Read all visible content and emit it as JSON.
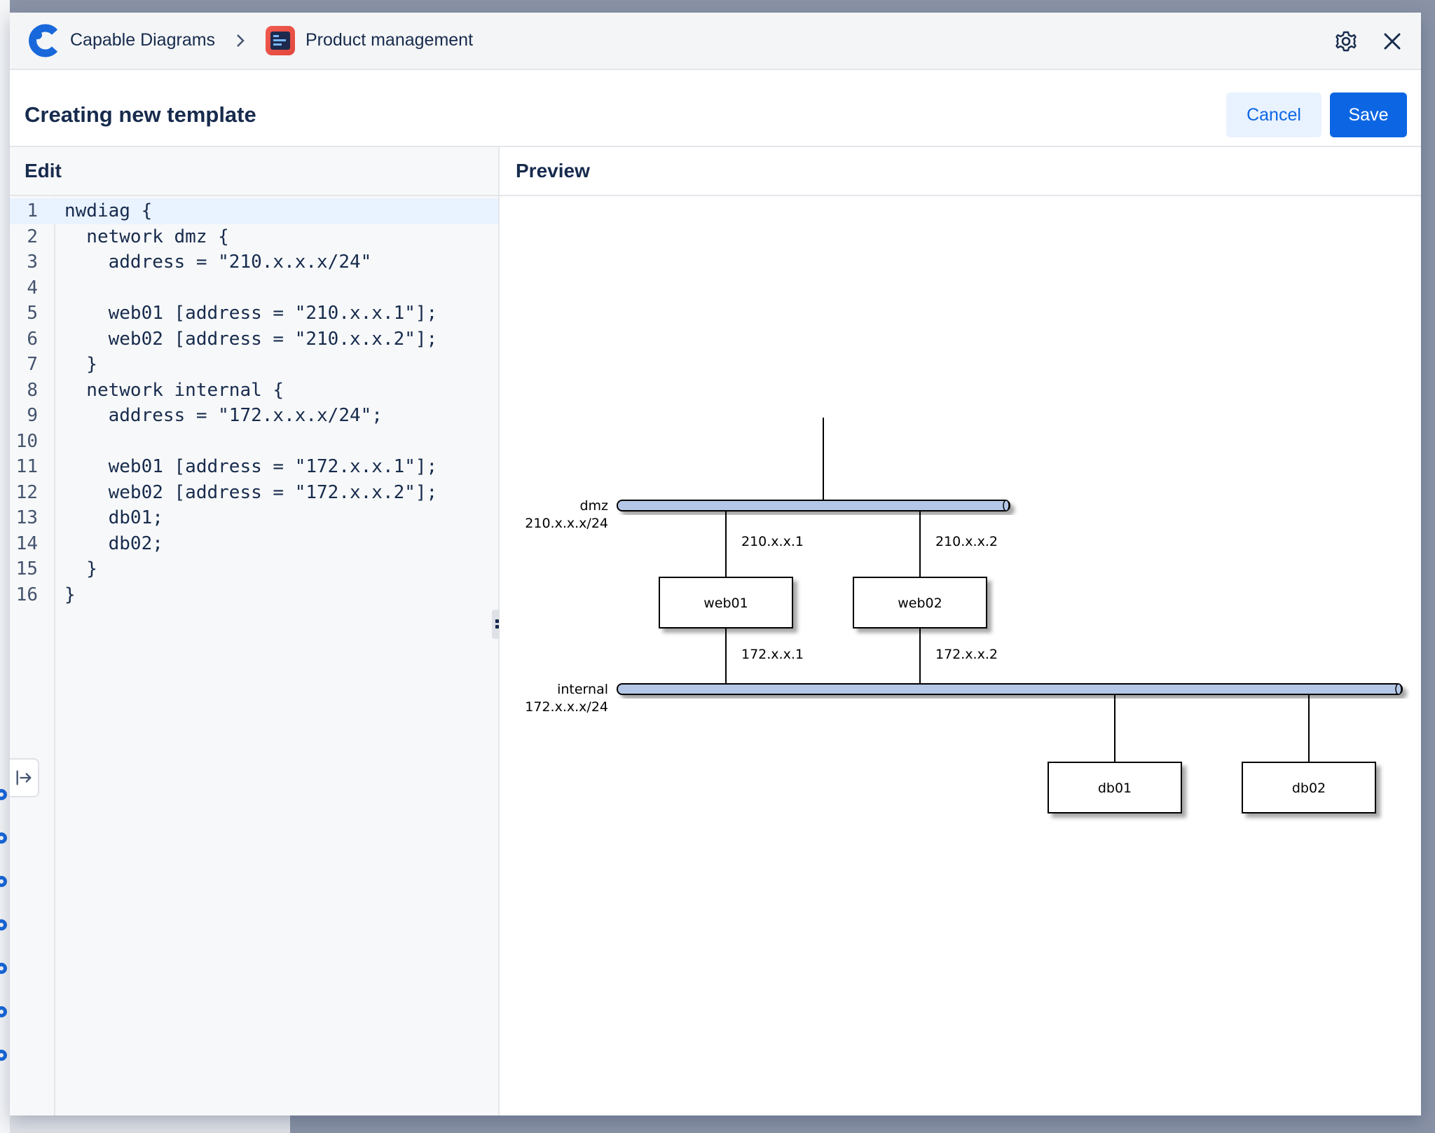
{
  "breadcrumb": {
    "app_name": "Capable Diagrams",
    "space_name": "Product management"
  },
  "header": {
    "title": "Creating new template",
    "cancel_label": "Cancel",
    "save_label": "Save"
  },
  "edit": {
    "heading": "Edit",
    "lines": [
      "nwdiag {",
      "  network dmz {",
      "    address = \"210.x.x.x/24\"",
      "",
      "    web01 [address = \"210.x.x.1\"];",
      "    web02 [address = \"210.x.x.2\"];",
      "  }",
      "  network internal {",
      "    address = \"172.x.x.x/24\";",
      "",
      "    web01 [address = \"172.x.x.1\"];",
      "    web02 [address = \"172.x.x.2\"];",
      "    db01;",
      "    db02;",
      "  }",
      "}"
    ],
    "line_numbers": [
      "1",
      "2",
      "3",
      "4",
      "5",
      "6",
      "7",
      "8",
      "9",
      "10",
      "11",
      "12",
      "13",
      "14",
      "15",
      "16"
    ]
  },
  "preview": {
    "heading": "Preview",
    "networks": [
      {
        "name": "dmz",
        "address": "210.x.x.x/24"
      },
      {
        "name": "internal",
        "address": "172.x.x.x/24"
      }
    ],
    "nodes": [
      "web01",
      "web02",
      "db01",
      "db02"
    ],
    "edge_labels": {
      "web01_dmz": "210.x.x.1",
      "web02_dmz": "210.x.x.2",
      "web01_internal": "172.x.x.1",
      "web02_internal": "172.x.x.2"
    }
  },
  "icons": {
    "app_logo": "capable-logo-icon",
    "space": "space-board-icon",
    "separator": "chevron-right-icon",
    "settings": "gear-icon",
    "close": "close-icon",
    "collapse": "expand-panel-icon",
    "resize": "drag-handle-icon"
  },
  "colors": {
    "brand": "#0c66e4",
    "network_bar": "#b4c7e7",
    "space_icon": "#f15b50"
  }
}
